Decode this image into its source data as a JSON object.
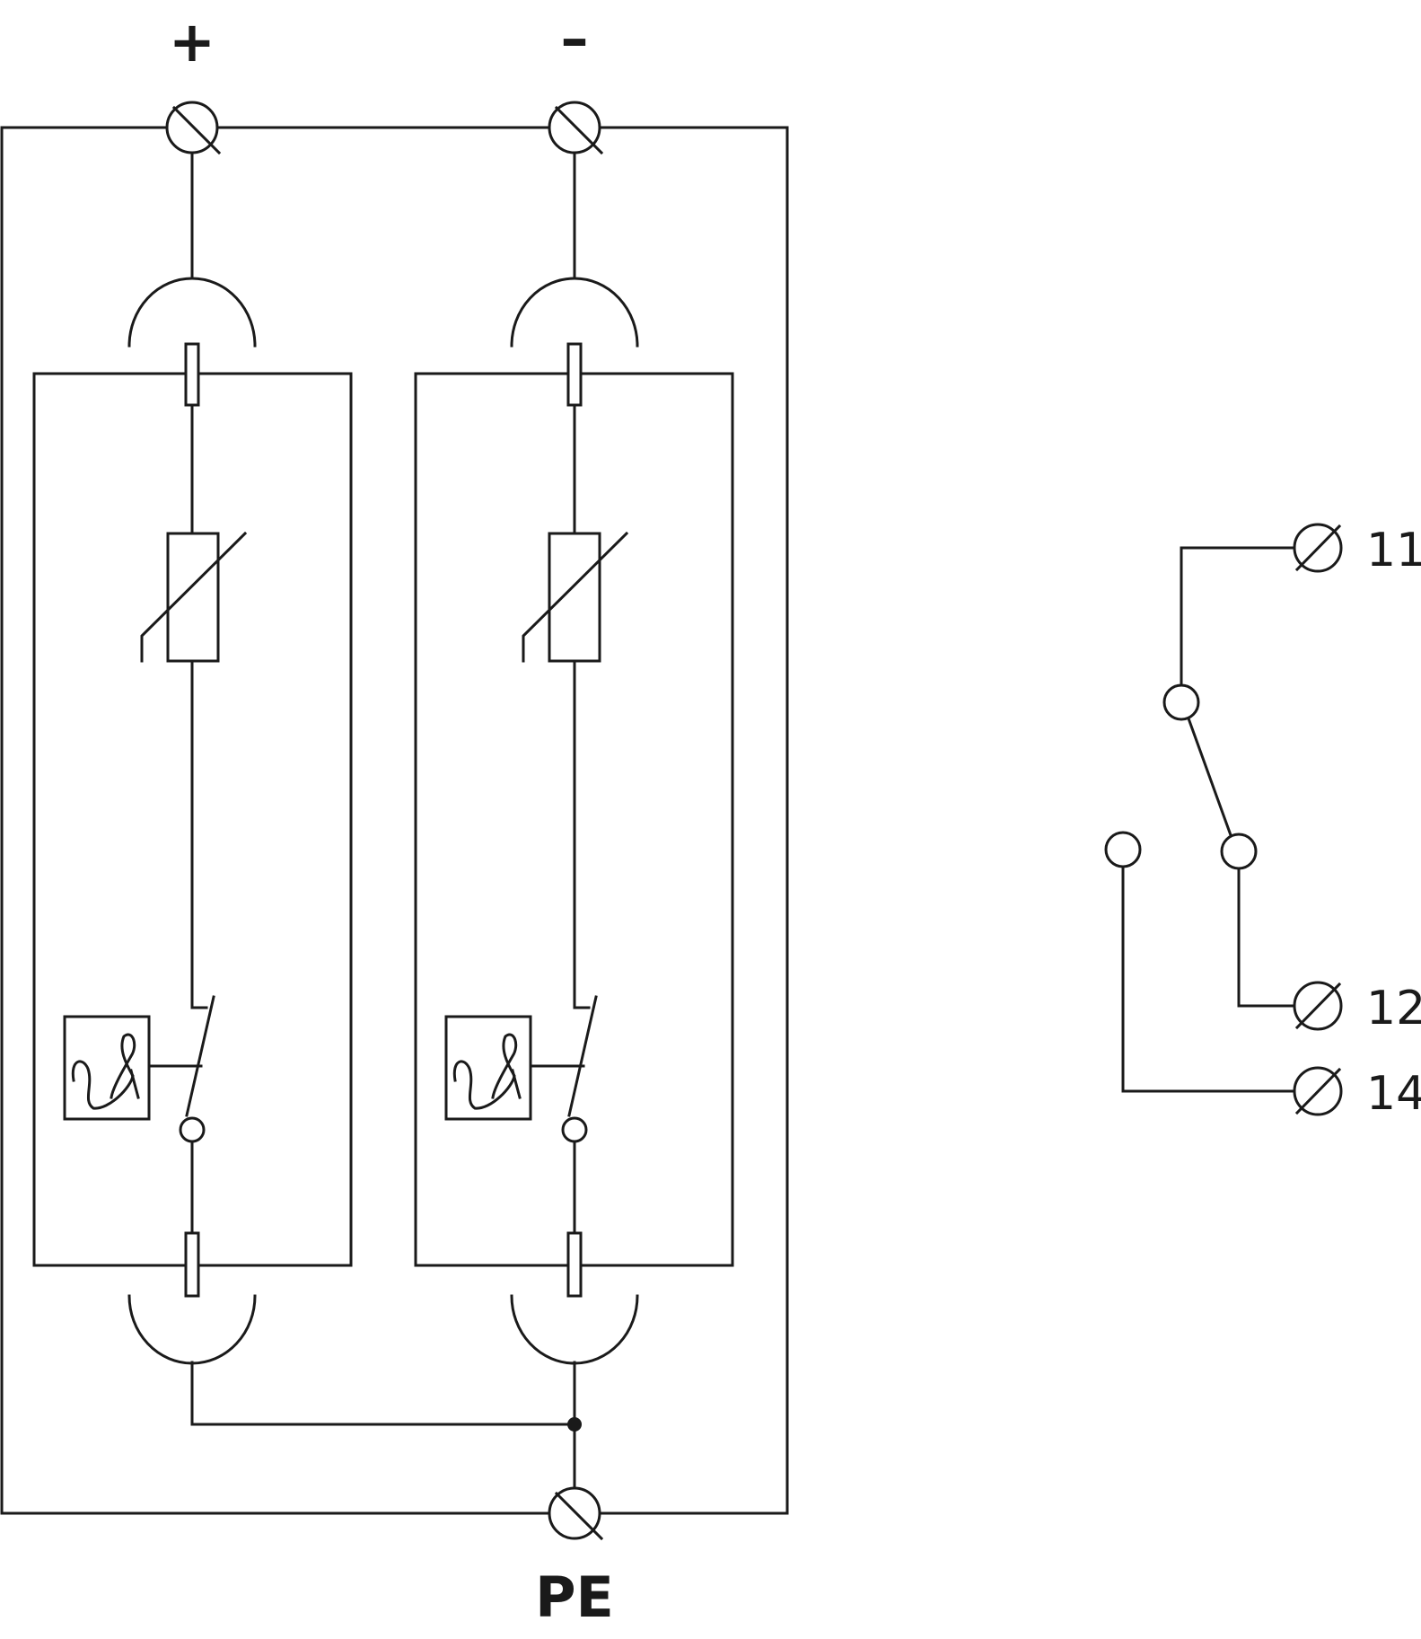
{
  "labels": {
    "plus": "+",
    "minus": "–",
    "pe": "PE",
    "t11": "11",
    "t12": "12",
    "t14": "14"
  },
  "colors": {
    "line": "#1a1a1a",
    "background": "#ffffff"
  }
}
